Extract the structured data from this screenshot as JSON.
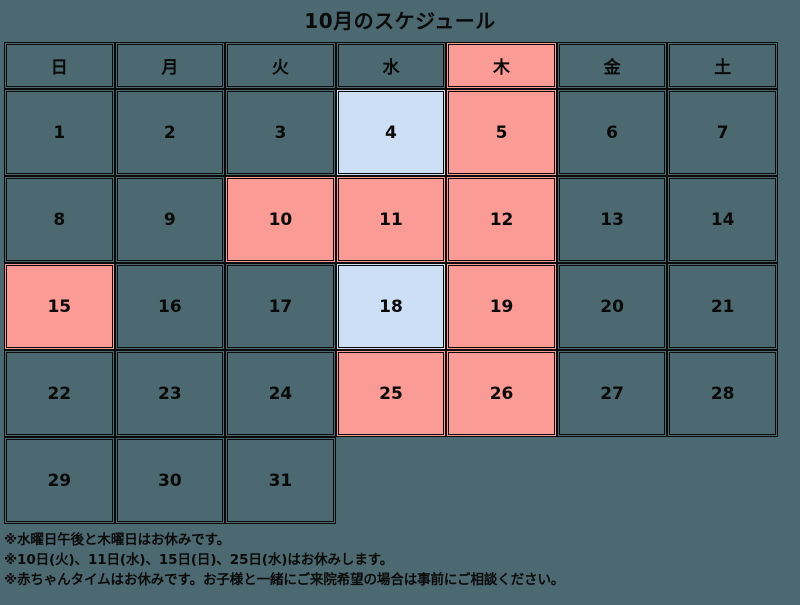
{
  "title": "10月のスケジュール",
  "calendar": {
    "weekday_headers": [
      {
        "label": "日",
        "style": "normal"
      },
      {
        "label": "月",
        "style": "normal"
      },
      {
        "label": "火",
        "style": "normal"
      },
      {
        "label": "水",
        "style": "normal"
      },
      {
        "label": "木",
        "style": "pink"
      },
      {
        "label": "金",
        "style": "normal"
      },
      {
        "label": "土",
        "style": "normal"
      }
    ],
    "weeks": [
      [
        {
          "day": "1",
          "style": "normal"
        },
        {
          "day": "2",
          "style": "normal"
        },
        {
          "day": "3",
          "style": "normal"
        },
        {
          "day": "4",
          "style": "blue"
        },
        {
          "day": "5",
          "style": "pink"
        },
        {
          "day": "6",
          "style": "normal"
        },
        {
          "day": "7",
          "style": "normal"
        }
      ],
      [
        {
          "day": "8",
          "style": "normal"
        },
        {
          "day": "9",
          "style": "normal"
        },
        {
          "day": "10",
          "style": "pink"
        },
        {
          "day": "11",
          "style": "pink"
        },
        {
          "day": "12",
          "style": "pink"
        },
        {
          "day": "13",
          "style": "normal"
        },
        {
          "day": "14",
          "style": "normal"
        }
      ],
      [
        {
          "day": "15",
          "style": "pink"
        },
        {
          "day": "16",
          "style": "normal"
        },
        {
          "day": "17",
          "style": "normal"
        },
        {
          "day": "18",
          "style": "blue"
        },
        {
          "day": "19",
          "style": "pink"
        },
        {
          "day": "20",
          "style": "normal"
        },
        {
          "day": "21",
          "style": "normal"
        }
      ],
      [
        {
          "day": "22",
          "style": "normal"
        },
        {
          "day": "23",
          "style": "normal"
        },
        {
          "day": "24",
          "style": "normal"
        },
        {
          "day": "25",
          "style": "pink"
        },
        {
          "day": "26",
          "style": "pink"
        },
        {
          "day": "27",
          "style": "normal"
        },
        {
          "day": "28",
          "style": "normal"
        }
      ],
      [
        {
          "day": "29",
          "style": "normal"
        },
        {
          "day": "30",
          "style": "normal"
        },
        {
          "day": "31",
          "style": "normal"
        },
        {
          "day": "",
          "style": "empty"
        },
        {
          "day": "",
          "style": "empty"
        },
        {
          "day": "",
          "style": "empty"
        },
        {
          "day": "",
          "style": "empty"
        }
      ]
    ]
  },
  "notes": [
    "※水曜日午後と木曜日はお休みです。",
    "※10日(火)、11日(水)、15日(日)、25日(水)はお休みします。",
    "※赤ちゃんタイムはお休みです。お子様と一緒にご来院希望の場合は事前にご相談ください。"
  ],
  "colors": {
    "background": "#4c6870",
    "closed_pink": "#fb9b96",
    "halfday_blue": "#ccdff5",
    "border": "#0a0a0a",
    "text": "#0a0a0a"
  }
}
